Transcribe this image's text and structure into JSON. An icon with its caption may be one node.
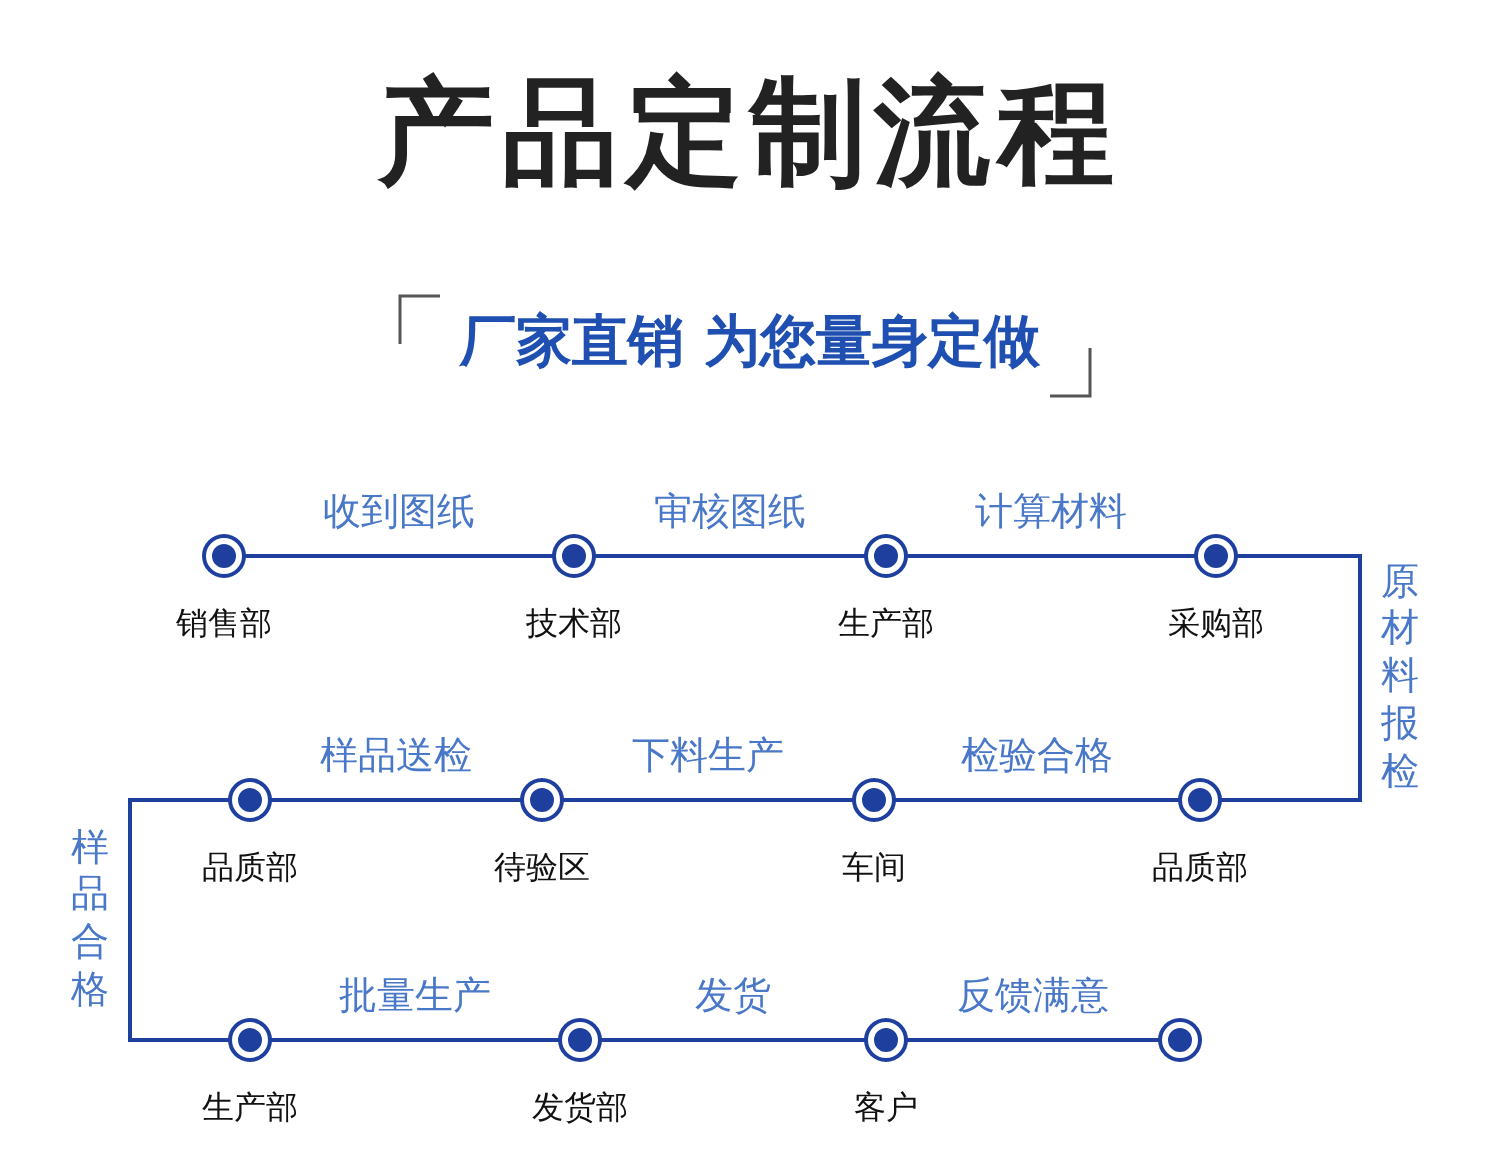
{
  "diagram": {
    "title": "产品定制流程",
    "nodes": [
      {
        "text": [],
        "shape": "circle",
        "beside": [
          "销售部"
        ]
      },
      {
        "text": [],
        "shape": "circle",
        "beside": [
          "技术部"
        ]
      },
      {
        "text": [],
        "shape": "circle",
        "beside": [
          "生产部"
        ]
      },
      {
        "text": [],
        "shape": "circle",
        "beside": [
          "采购部"
        ]
      },
      {
        "text": [],
        "shape": "circle",
        "beside": [
          "品质部"
        ]
      },
      {
        "text": [],
        "shape": "circle",
        "beside": [
          "车间"
        ]
      },
      {
        "text": [],
        "shape": "circle",
        "beside": [
          "待验区"
        ]
      },
      {
        "text": [],
        "shape": "circle",
        "beside": [
          "品质部"
        ]
      },
      {
        "text": [],
        "shape": "circle",
        "beside": [
          "生产部"
        ]
      },
      {
        "text": [],
        "shape": "circle",
        "beside": [
          "发货部"
        ]
      },
      {
        "text": [],
        "shape": "circle",
        "beside": [
          "客户"
        ]
      },
      {
        "text": [],
        "shape": "circle"
      }
    ],
    "edges": [
      {
        "from": 0,
        "to": 1,
        "arrow": "none",
        "label": "收到图纸"
      },
      {
        "from": 1,
        "to": 2,
        "arrow": "none",
        "label": "审核图纸"
      },
      {
        "from": 2,
        "to": 3,
        "arrow": "none",
        "label": "计算材料"
      },
      {
        "from": 3,
        "to": 4,
        "arrow": "none",
        "label": "原材料报检"
      },
      {
        "from": 4,
        "to": 5,
        "arrow": "none",
        "label": "检验合格"
      },
      {
        "from": 5,
        "to": 6,
        "arrow": "none",
        "label": "下料生产"
      },
      {
        "from": 6,
        "to": 7,
        "arrow": "none",
        "label": "样品送检"
      },
      {
        "from": 7,
        "to": 8,
        "arrow": "none",
        "label": "样品合格"
      },
      {
        "from": 8,
        "to": 9,
        "arrow": "none",
        "label": "批量生产"
      },
      {
        "from": 9,
        "to": 10,
        "arrow": "none",
        "label": "发货"
      },
      {
        "from": 10,
        "to": 11,
        "arrow": "none",
        "label": "反馈满意"
      }
    ],
    "labels": [
      "厂家直销 为您量身定做"
    ]
  }
}
